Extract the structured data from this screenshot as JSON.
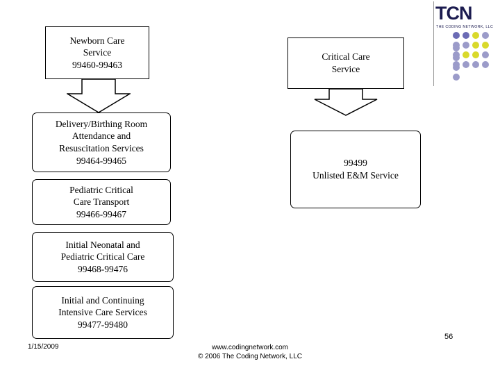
{
  "logo": {
    "wordmark": "TCN",
    "tagline": "THE CODING NETWORK, LLC",
    "dot_colors": [
      [
        "#6b6bb5",
        "#6b6bb5",
        "#d9d92b",
        "#9b9bc9",
        "#9b9bc9"
      ],
      [
        "#9b9bc9",
        "#9b9bc9",
        "#d9d92b",
        "#d9d92b",
        "#9b9bc9"
      ],
      [
        "#9b9bc9",
        "#d9d92b",
        "#d9d92b",
        "#9b9bc9",
        "#9b9bc9"
      ],
      [
        "#9b9bc9",
        "#9b9bc9",
        "#9b9bc9",
        "#9b9bc9",
        "#9b9bc9"
      ]
    ]
  },
  "flow": {
    "left_column": [
      {
        "id": "newborn",
        "lines": [
          "Newborn Care",
          "Service",
          "99460-99463"
        ]
      },
      {
        "id": "delivery",
        "lines": [
          "Delivery/Birthing Room",
          "Attendance and",
          "Resuscitation Services",
          "99464-99465"
        ]
      },
      {
        "id": "transport",
        "lines": [
          "Pediatric Critical",
          "Care Transport",
          "99466-99467"
        ]
      },
      {
        "id": "initial-neonatal",
        "lines": [
          "Initial Neonatal and",
          "Pediatric Critical Care",
          "99468-99476"
        ]
      },
      {
        "id": "initial-continuing",
        "lines": [
          "Initial and Continuing",
          "Intensive Care Services",
          "99477-99480"
        ]
      }
    ],
    "right_column": [
      {
        "id": "critical",
        "lines": [
          "Critical Care",
          "Service"
        ]
      },
      {
        "id": "unlisted",
        "lines": [
          "99499",
          "Unlisted E&M Service"
        ]
      }
    ],
    "arrows": [
      {
        "id": "arrow-left",
        "direction": "down"
      },
      {
        "id": "arrow-right",
        "direction": "down"
      }
    ]
  },
  "footer": {
    "date": "1/15/2009",
    "website": "www.codingnetwork.com",
    "copyright": "© 2006 The Coding Network, LLC",
    "page_number": "56"
  }
}
